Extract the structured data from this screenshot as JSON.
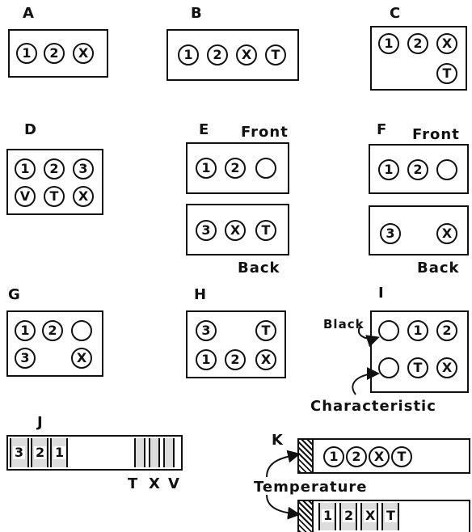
{
  "labels": {
    "a": "A",
    "b": "B",
    "c": "C",
    "d": "D",
    "e": "E",
    "f": "F",
    "g": "G",
    "h": "H",
    "i": "I",
    "j": "J",
    "k": "K"
  },
  "words": {
    "front": "Front",
    "back": "Back",
    "black": "Black",
    "characteristic": "Characteristic",
    "temperature": "Temperature"
  },
  "circles": {
    "one": "1",
    "two": "2",
    "three": "3",
    "x": "X",
    "t": "T",
    "v": "V"
  },
  "strip_j": {
    "left_bands": [
      "3",
      "2",
      "1"
    ],
    "right_letters": [
      "T",
      "X",
      "V"
    ]
  },
  "strip_k_bottom": {
    "bands": [
      "1",
      "2",
      "X",
      "T"
    ]
  }
}
